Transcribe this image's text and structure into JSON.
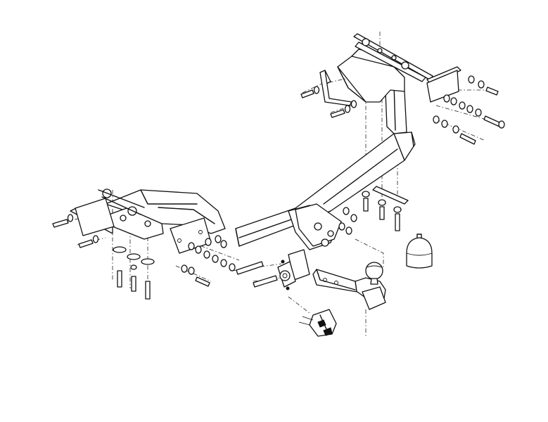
{
  "diagram": {
    "kind": "exploded-assembly-line-drawing",
    "subject_icon": "tow-bar-assembly",
    "components": [
      {
        "id": "crossbar",
        "icon": "crossbar-beam"
      },
      {
        "id": "left-side-bracket",
        "icon": "side-bracket"
      },
      {
        "id": "right-side-bracket",
        "icon": "side-bracket"
      },
      {
        "id": "tow-ball-neck",
        "icon": "tow-ball"
      },
      {
        "id": "socket-plate",
        "icon": "electrical-socket-plate"
      },
      {
        "id": "electrical-socket",
        "icon": "socket-connector"
      },
      {
        "id": "tow-ball-cap",
        "icon": "ball-cover"
      }
    ],
    "line_color": "#111111",
    "background_color": "#ffffff"
  }
}
